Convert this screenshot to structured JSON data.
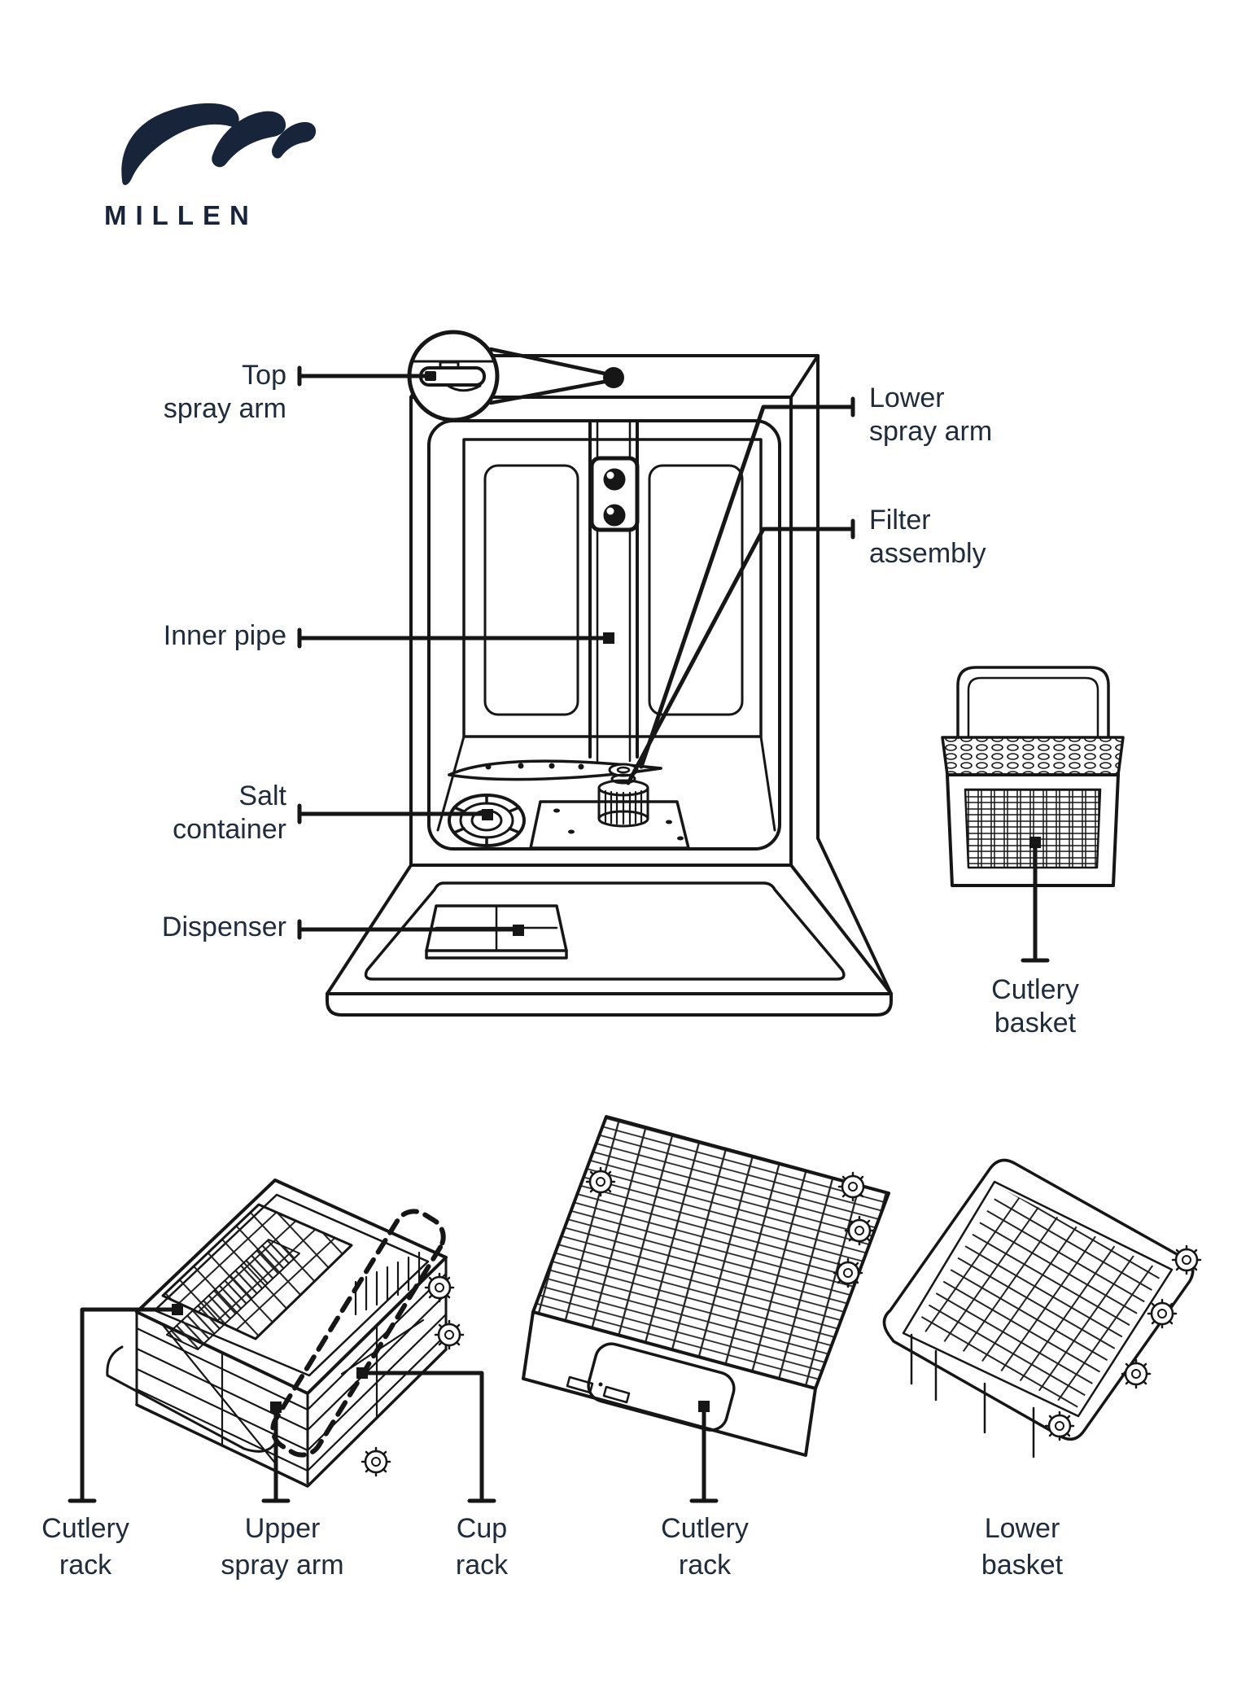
{
  "brand": {
    "name": "MILLEN",
    "logo_icon": "millen-swoosh",
    "logo_color": "#18243a"
  },
  "colors": {
    "ink": "#161616",
    "label_text": "#202b3b"
  },
  "main_diagram": {
    "name": "dishwasher-interior-exploded-view",
    "labels": {
      "top_spray_arm": "Top\nspray arm",
      "inner_pipe": "Inner pipe",
      "salt_container": "Salt\ncontainer",
      "dispenser": "Dispenser",
      "lower_spray_arm": "Lower\nspray arm",
      "filter_assembly": "Filter\nassembly",
      "cutlery_basket": "Cutlery\nbasket"
    }
  },
  "bottom_diagrams": {
    "labels": {
      "cutlery_rack_upper": "Cutlery\nrack",
      "upper_spray_arm": "Upper\nspray arm",
      "cup_rack": "Cup\nrack",
      "cutlery_rack_tray": "Cutlery\nrack",
      "lower_basket": "Lower\nbasket"
    }
  }
}
